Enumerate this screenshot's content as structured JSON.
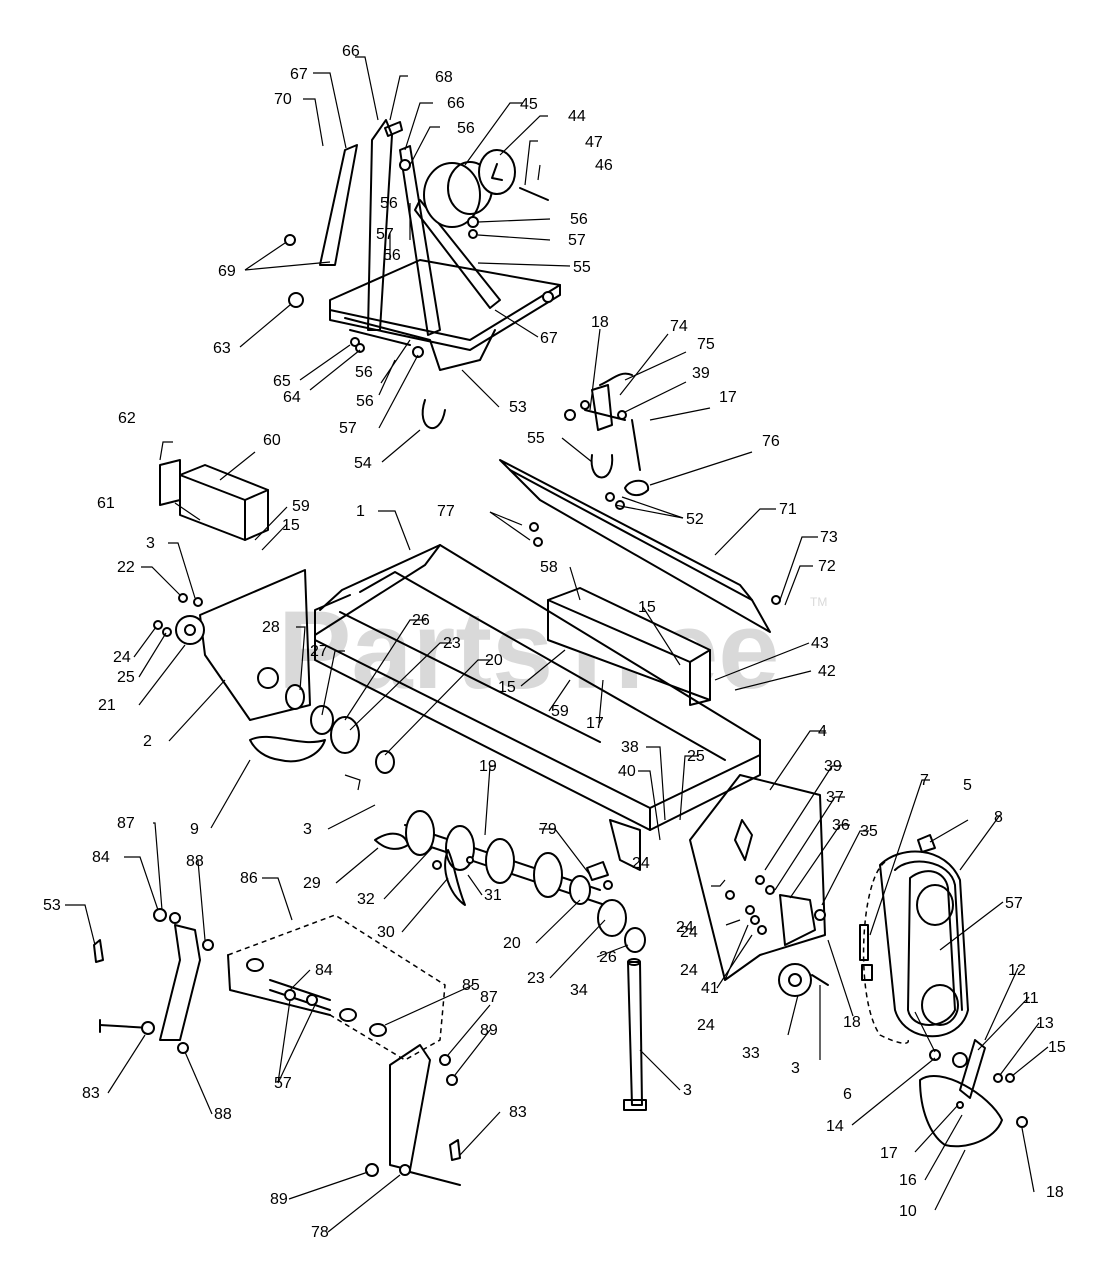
{
  "watermark": {
    "text": "PartsTree",
    "trademark": "TM"
  },
  "callouts": [
    "66",
    "67",
    "68",
    "70",
    "66",
    "45",
    "44",
    "56",
    "47",
    "46",
    "56",
    "56",
    "57",
    "56",
    "57",
    "69",
    "55",
    "63",
    "67",
    "18",
    "74",
    "75",
    "65",
    "64",
    "56",
    "56",
    "39",
    "17",
    "57",
    "53",
    "54",
    "55",
    "76",
    "62",
    "60",
    "52",
    "61",
    "59",
    "15",
    "1",
    "77",
    "71",
    "73",
    "72",
    "3",
    "22",
    "58",
    "15",
    "43",
    "42",
    "24",
    "25",
    "21",
    "28",
    "27",
    "26",
    "23",
    "20",
    "15",
    "59",
    "17",
    "2",
    "9",
    "3",
    "29",
    "32",
    "30",
    "31",
    "19",
    "20",
    "23",
    "26",
    "24",
    "34",
    "79",
    "38",
    "40",
    "25",
    "24",
    "4",
    "39",
    "37",
    "36",
    "35",
    "7",
    "5",
    "8",
    "57",
    "87",
    "84",
    "88",
    "53",
    "86",
    "84",
    "85",
    "57",
    "87",
    "89",
    "83",
    "88",
    "83",
    "89",
    "78",
    "3",
    "24",
    "24",
    "41",
    "24",
    "33",
    "3",
    "18",
    "6",
    "12",
    "11",
    "13",
    "15",
    "14",
    "17",
    "16",
    "18",
    "10"
  ]
}
